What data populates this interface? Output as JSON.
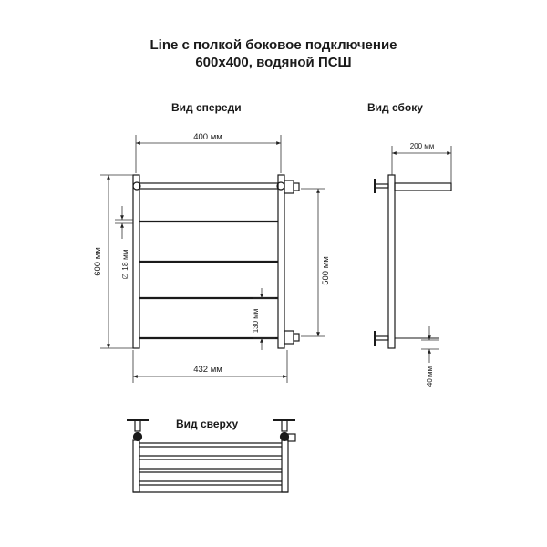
{
  "title": {
    "line1": "Line с полкой боковое подключение",
    "line2": "600х400, водяной ПСШ"
  },
  "views": {
    "front": "Вид спереди",
    "side": "Вид сбоку",
    "top": "Вид сверху"
  },
  "dimensions": {
    "front_width": "400 мм",
    "front_height": "600 мм",
    "pipe_diameter": "∅ 18 мм",
    "axis_distance": "500 мм",
    "bottom_offset": "130 мм",
    "overall_width": "432 мм",
    "side_depth": "200 мм",
    "side_offset": "40 мм"
  },
  "colors": {
    "line": "#1a1a1a",
    "dim_line": "#333333"
  }
}
